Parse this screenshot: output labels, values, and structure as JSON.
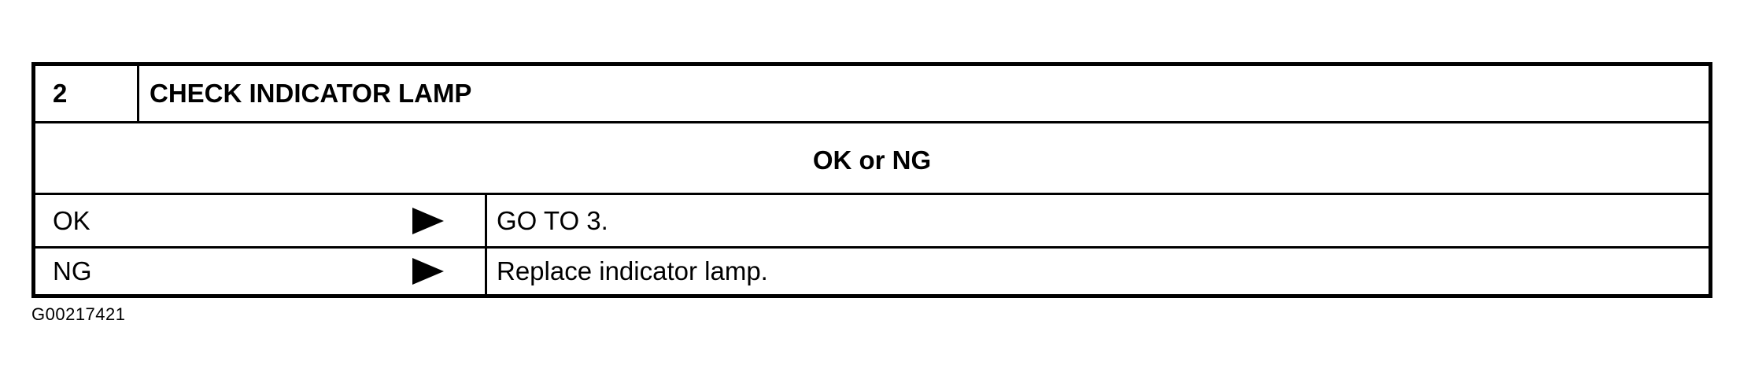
{
  "step": {
    "number": "2",
    "title": "CHECK INDICATOR LAMP"
  },
  "judgement": {
    "header": "OK or NG"
  },
  "results": [
    {
      "label": "OK",
      "icon": "right-triangle-arrow",
      "action": "GO TO 3."
    },
    {
      "label": "NG",
      "icon": "right-triangle-arrow",
      "action": "Replace indicator lamp."
    }
  ],
  "figure_code": "G00217421",
  "colors": {
    "border": "#000000",
    "text": "#000000",
    "background": "#ffffff"
  }
}
